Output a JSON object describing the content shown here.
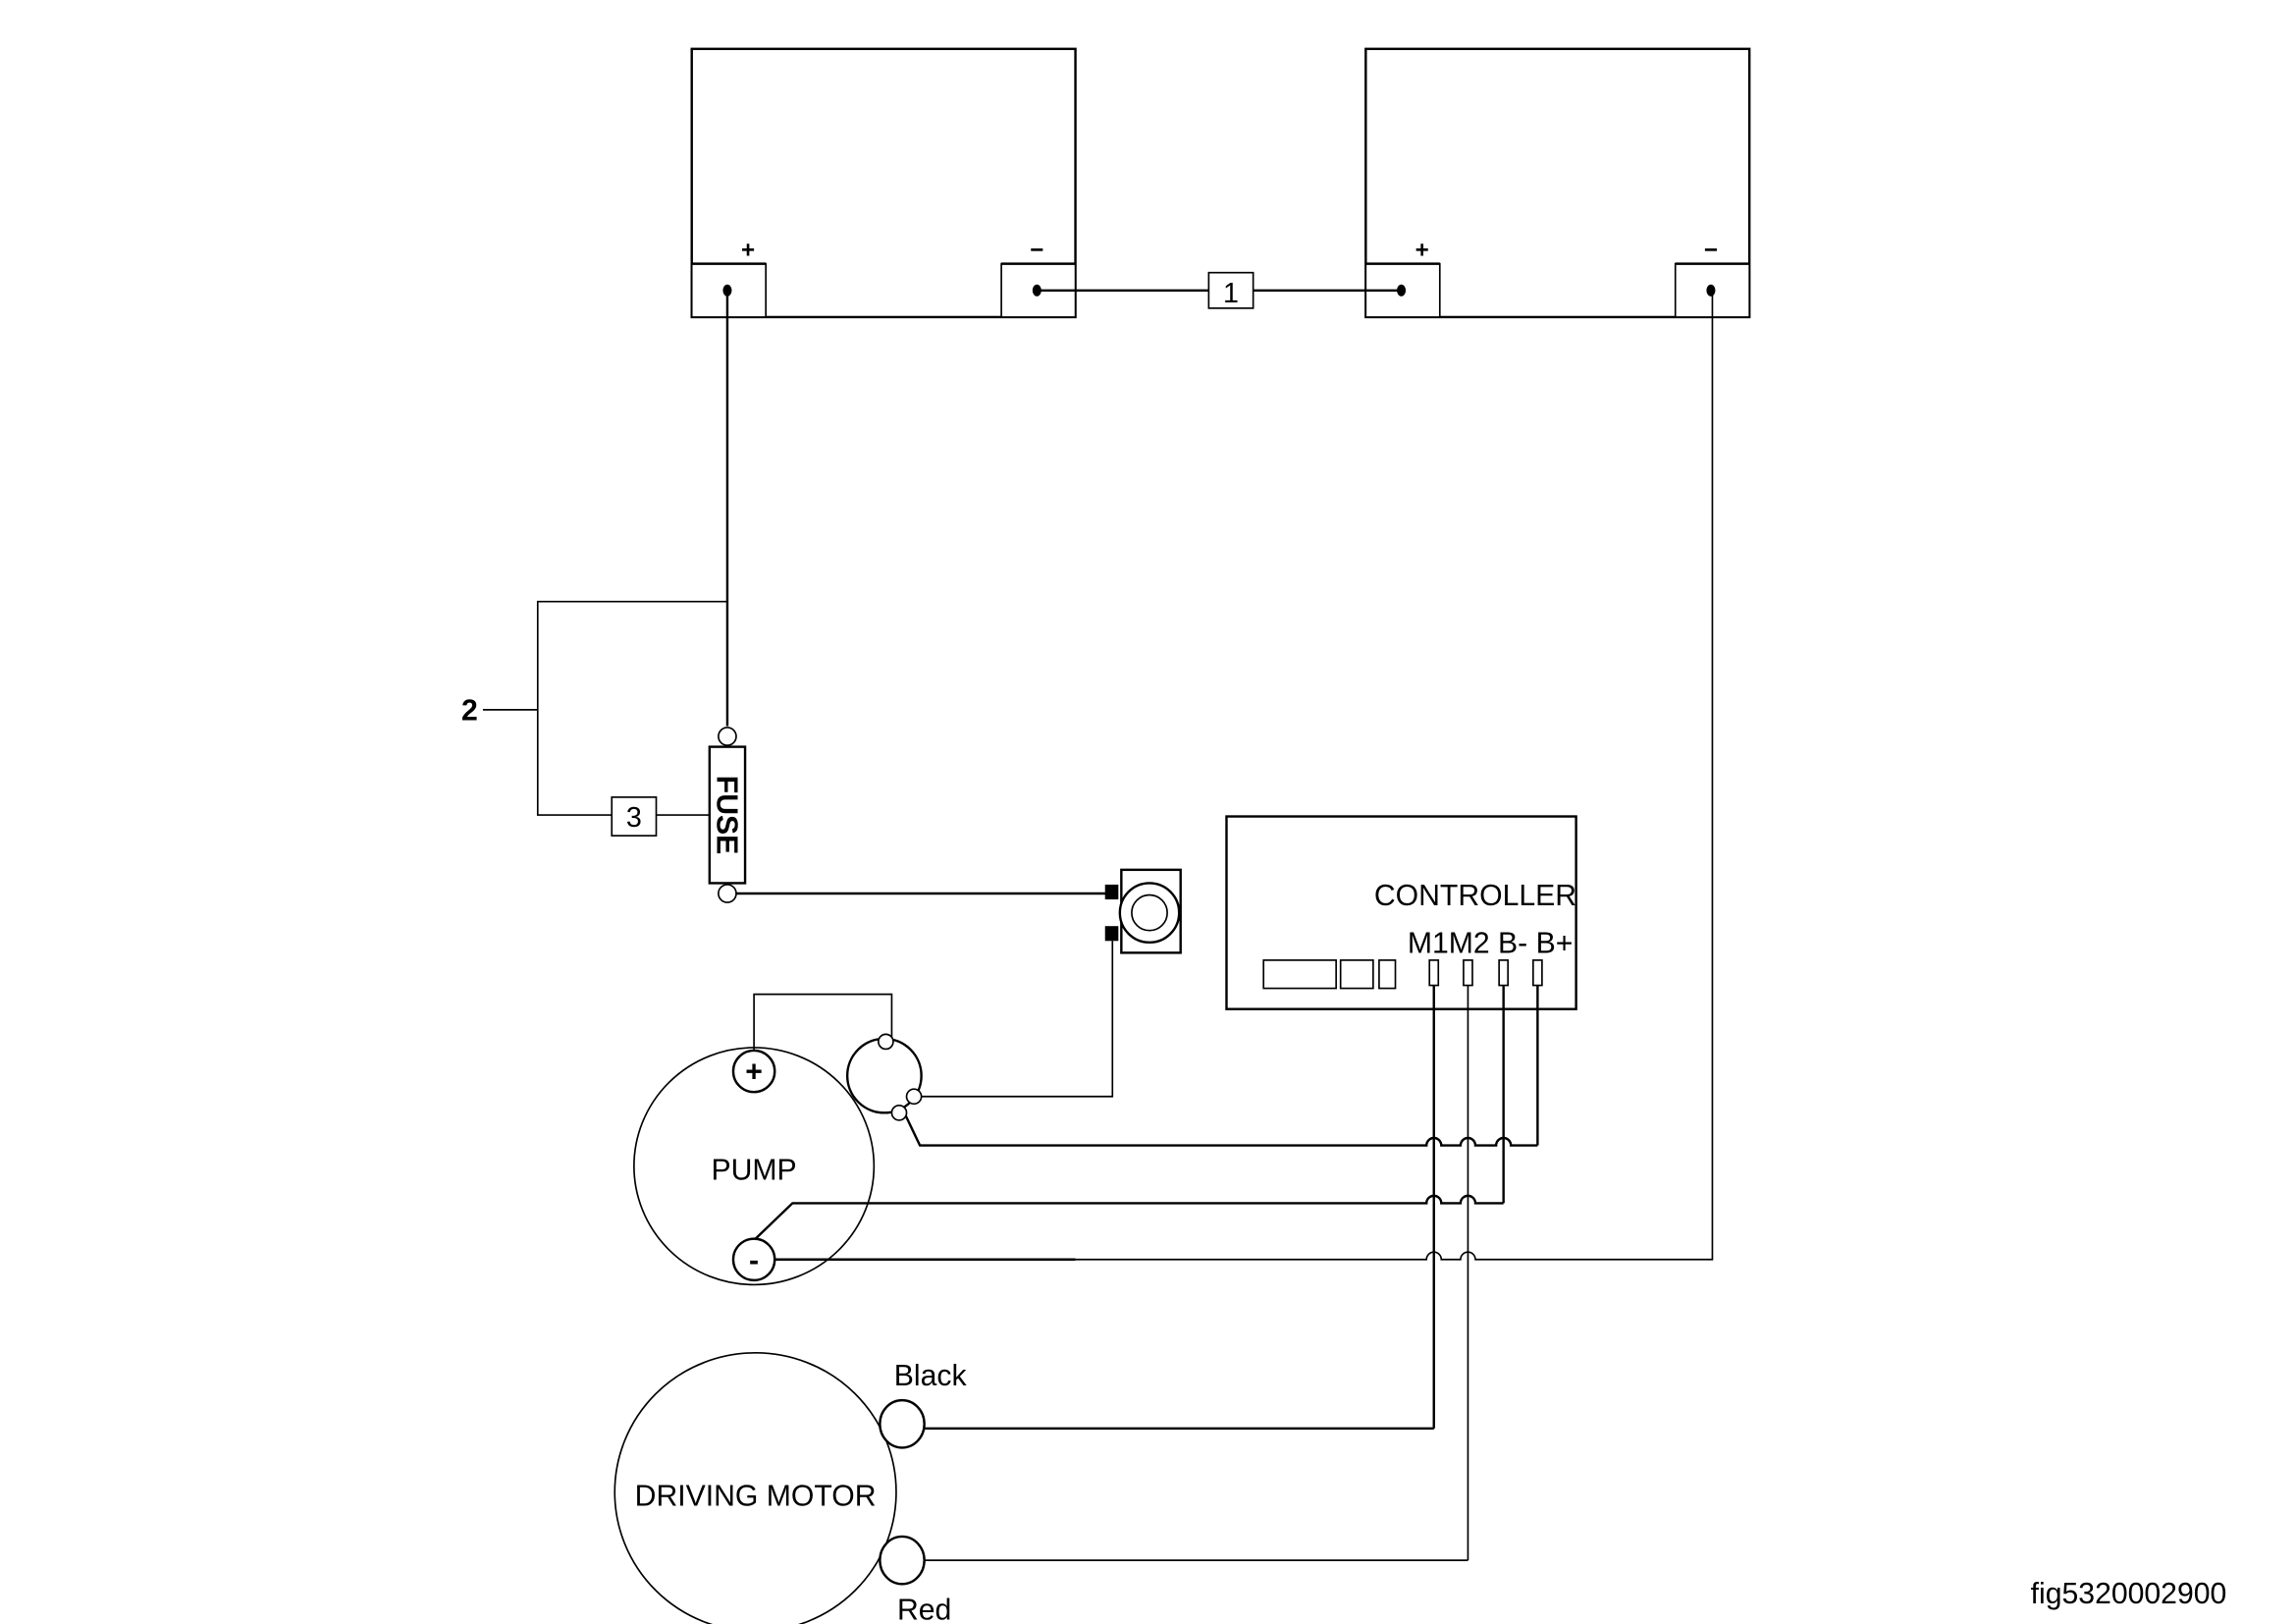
{
  "diagram": {
    "title": "Battery / controller / pump / driving motor wiring schematic",
    "figure_id": "fig5320002900",
    "colors": {
      "line": "#000000",
      "background": "#ffffff"
    },
    "batteries": [
      {
        "id": "battery-1",
        "plus_label": "+",
        "minus_label": "−"
      },
      {
        "id": "battery-2",
        "plus_label": "+",
        "minus_label": "−"
      }
    ],
    "callouts": {
      "c1": "1",
      "c2": "2",
      "c3": "3"
    },
    "fuse_label": "FUSE",
    "controller": {
      "label": "CONTROLLER",
      "terminals": [
        "M1",
        "M2",
        "B-",
        "B+"
      ],
      "terminal_text": "M1M2 B- B+"
    },
    "pump": {
      "label": "PUMP",
      "plus": "+",
      "minus": "-"
    },
    "driving_motor": {
      "label": "DRIVING MOTOR",
      "wire_black": "Black",
      "wire_red": "Red"
    }
  }
}
